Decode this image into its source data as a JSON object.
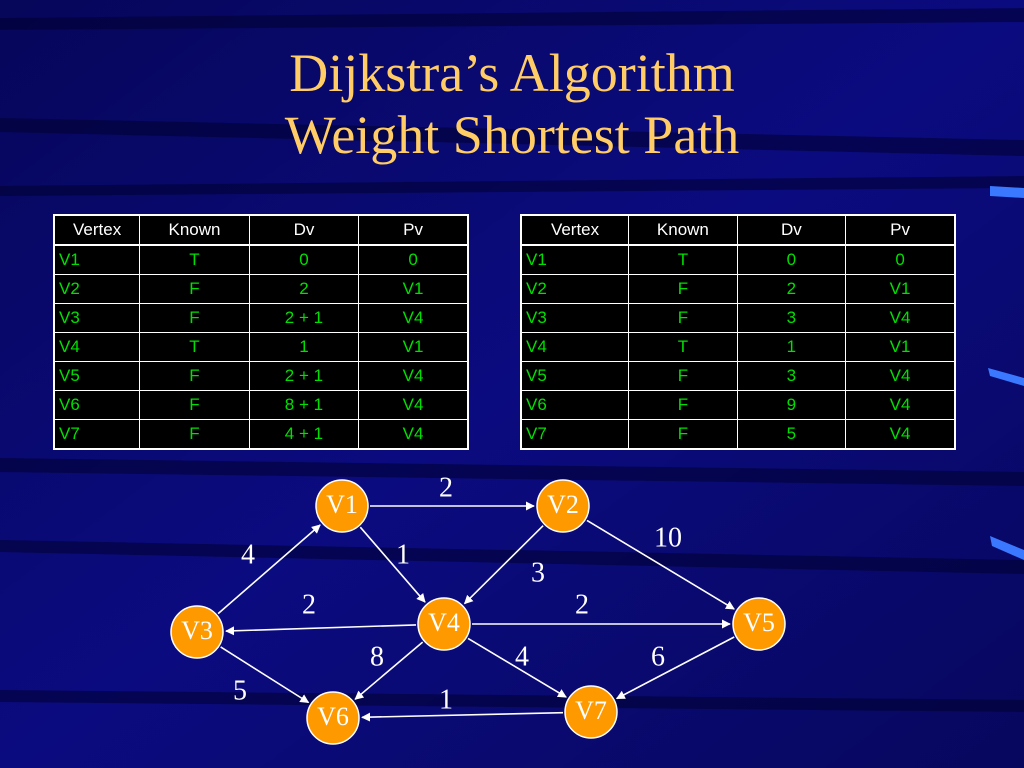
{
  "title": {
    "line1": "Dijkstra’s Algorithm",
    "line2": "Weight Shortest Path"
  },
  "colors": {
    "background": "#0a0a78",
    "title": "#ffcc66",
    "node_fill": "#ff9900",
    "table_text": "#00e000",
    "edge": "#ffffff"
  },
  "table_left": {
    "headers": [
      "Vertex",
      "Known",
      "Dv",
      "Pv"
    ],
    "rows": [
      [
        "V1",
        "T",
        "0",
        "0"
      ],
      [
        "V2",
        "F",
        "2",
        "V1"
      ],
      [
        "V3",
        "F",
        "2 + 1",
        "V4"
      ],
      [
        "V4",
        "T",
        "1",
        "V1"
      ],
      [
        "V5",
        "F",
        "2 + 1",
        "V4"
      ],
      [
        "V6",
        "F",
        "8 + 1",
        "V4"
      ],
      [
        "V7",
        "F",
        "4 + 1",
        "V4"
      ]
    ]
  },
  "table_right": {
    "headers": [
      "Vertex",
      "Known",
      "Dv",
      "Pv"
    ],
    "rows": [
      [
        "V1",
        "T",
        "0",
        "0"
      ],
      [
        "V2",
        "F",
        "2",
        "V1"
      ],
      [
        "V3",
        "F",
        "3",
        "V4"
      ],
      [
        "V4",
        "T",
        "1",
        "V1"
      ],
      [
        "V5",
        "F",
        "3",
        "V4"
      ],
      [
        "V6",
        "F",
        "9",
        "V4"
      ],
      [
        "V7",
        "F",
        "5",
        "V4"
      ]
    ]
  },
  "graph": {
    "nodes": [
      "V1",
      "V2",
      "V3",
      "V4",
      "V5",
      "V6",
      "V7"
    ],
    "edges": [
      {
        "from": "V1",
        "to": "V2",
        "weight": "2"
      },
      {
        "from": "V1",
        "to": "V4",
        "weight": "1"
      },
      {
        "from": "V2",
        "to": "V4",
        "weight": "3"
      },
      {
        "from": "V2",
        "to": "V5",
        "weight": "10"
      },
      {
        "from": "V3",
        "to": "V1",
        "weight": "4"
      },
      {
        "from": "V3",
        "to": "V6",
        "weight": "5"
      },
      {
        "from": "V4",
        "to": "V3",
        "weight": "2"
      },
      {
        "from": "V4",
        "to": "V5",
        "weight": "2"
      },
      {
        "from": "V4",
        "to": "V6",
        "weight": "8"
      },
      {
        "from": "V4",
        "to": "V7",
        "weight": "4"
      },
      {
        "from": "V5",
        "to": "V7",
        "weight": "6"
      },
      {
        "from": "V7",
        "to": "V6",
        "weight": "1"
      }
    ]
  }
}
